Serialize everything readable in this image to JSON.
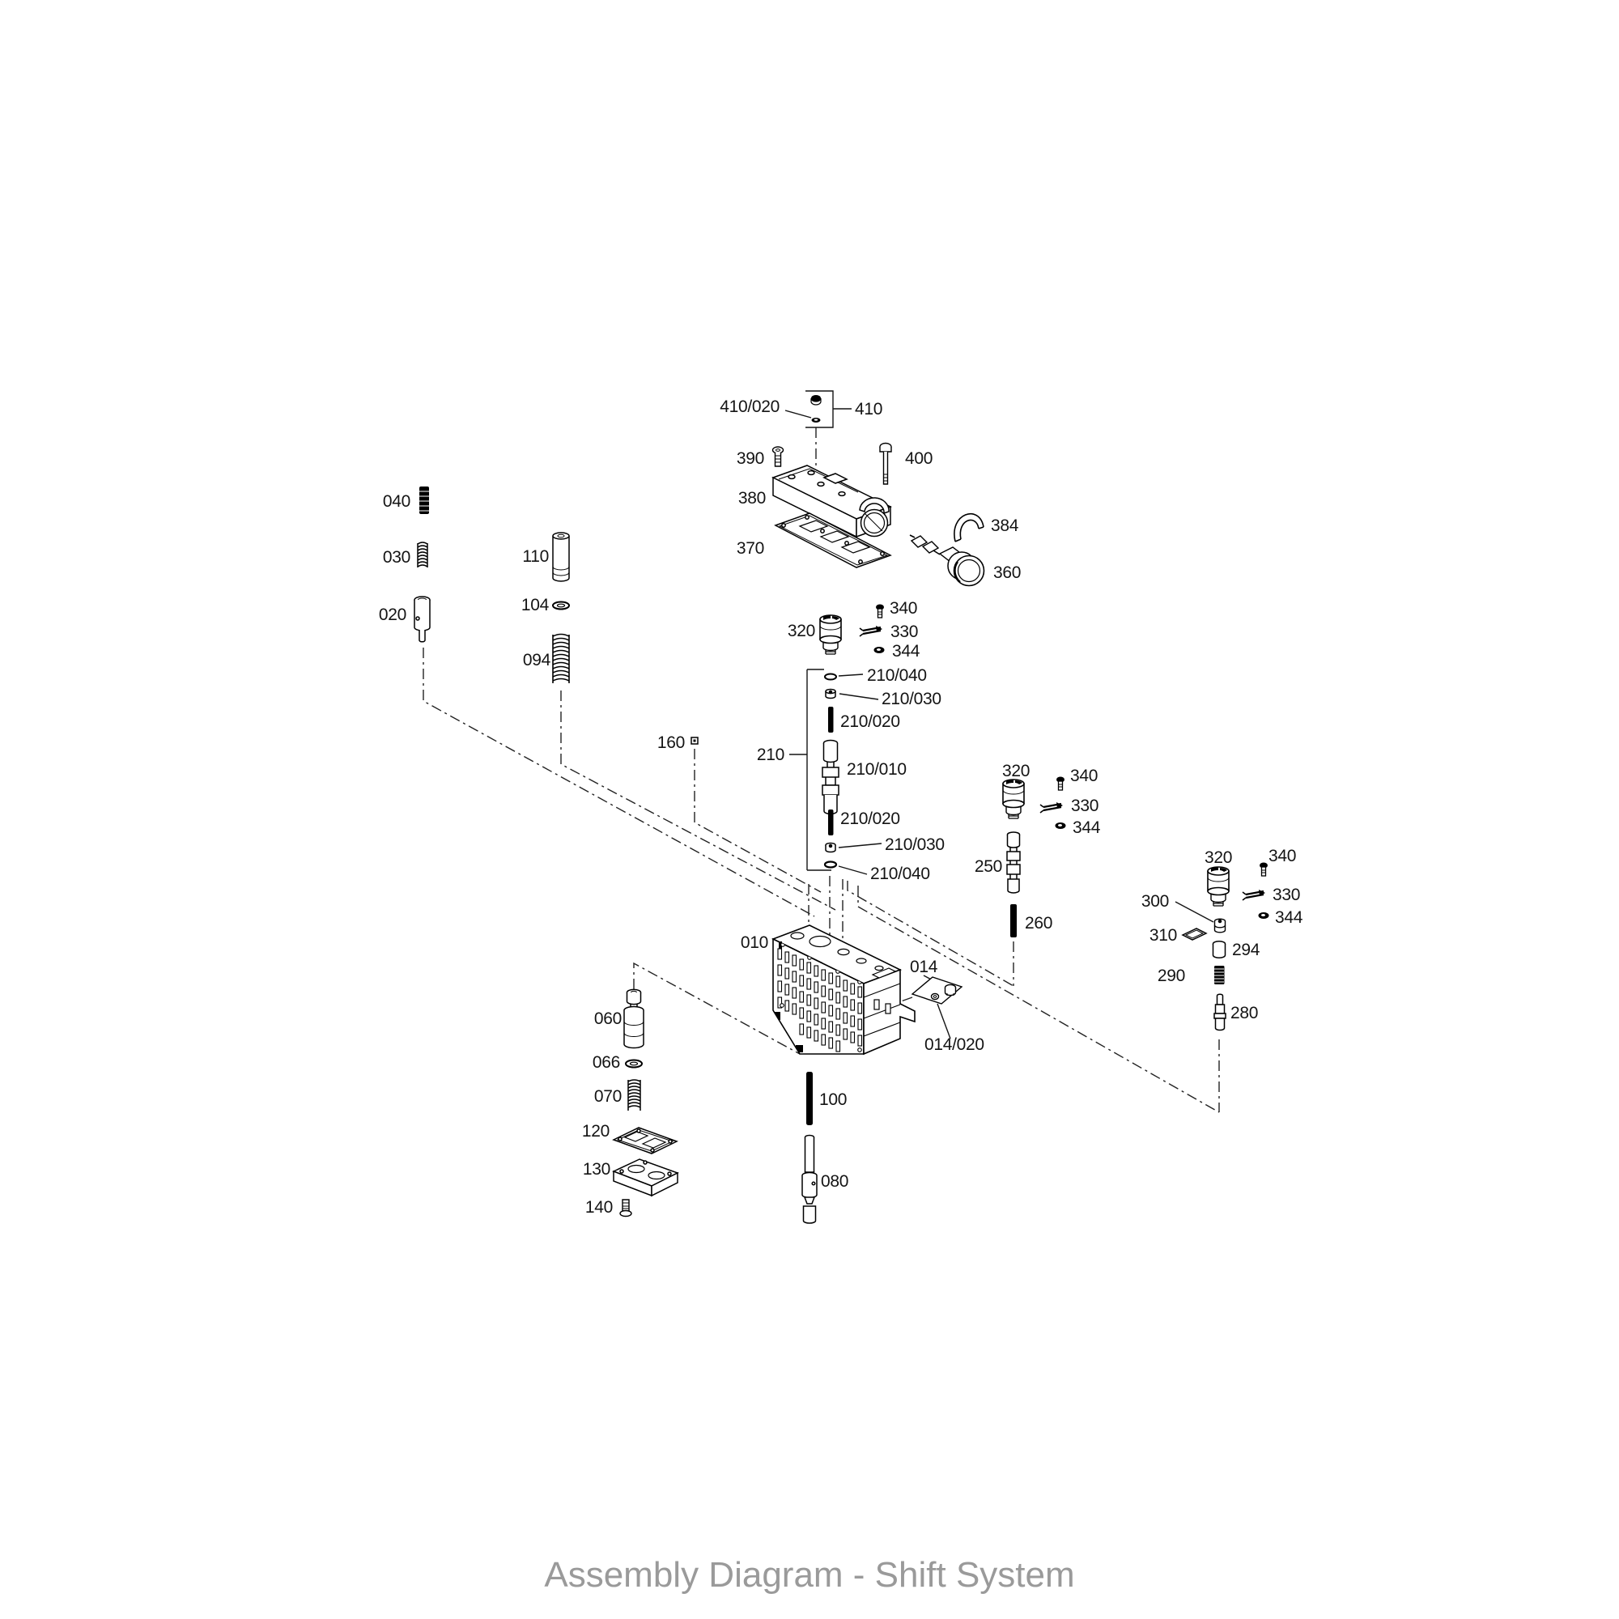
{
  "title": "Assembly Diagram - Shift System",
  "colors": {
    "line": "#141414",
    "title_gray": "#9a9a9a"
  },
  "callouts": {
    "c040": "040",
    "c030": "030",
    "c020": "020",
    "c110": "110",
    "c104": "104",
    "c094": "094",
    "c160": "160",
    "c410_020": "410/020",
    "c410": "410",
    "c390": "390",
    "c400": "400",
    "c380": "380",
    "c370": "370",
    "c384": "384",
    "c360": "360",
    "c320a": "320",
    "c340a": "340",
    "c330a": "330",
    "c344a": "344",
    "c210": "210",
    "c210_040a": "210/040",
    "c210_030a": "210/030",
    "c210_020a": "210/020",
    "c210_010": "210/010",
    "c210_020b": "210/020",
    "c210_030b": "210/030",
    "c210_040b": "210/040",
    "c320b": "320",
    "c340b": "340",
    "c330b": "330",
    "c344b": "344",
    "c250": "250",
    "c260": "260",
    "c320c": "320",
    "c340c": "340",
    "c330c": "330",
    "c344c": "344",
    "c300": "300",
    "c310": "310",
    "c294": "294",
    "c290": "290",
    "c280": "280",
    "c010": "010",
    "c014": "014",
    "c014_020": "014/020",
    "c060": "060",
    "c066": "066",
    "c070": "070",
    "c120": "120",
    "c130": "130",
    "c140": "140",
    "c100": "100",
    "c080": "080"
  }
}
